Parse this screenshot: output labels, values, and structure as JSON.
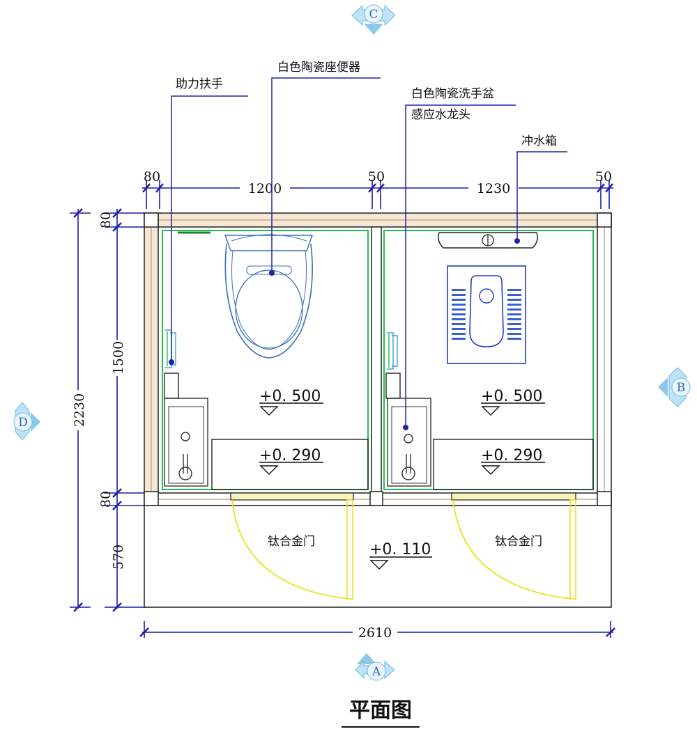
{
  "labels": {
    "handrail": "助力扶手",
    "toilet": "白色陶瓷座便器",
    "basin": "白色陶瓷洗手盆",
    "faucet": "感应水龙头",
    "tank": "冲水箱",
    "door_left": "钛合金门",
    "door_right": "钛合金门"
  },
  "dimensions": {
    "top": [
      "80",
      "1200",
      "50",
      "1230",
      "50"
    ],
    "left_detail": [
      "80",
      "1500",
      "80",
      "570"
    ],
    "left_total": "2230",
    "bottom_total": "2610"
  },
  "levels": {
    "left_floor": "+0. 500",
    "left_step": "+0. 290",
    "right_floor": "+0. 500",
    "right_step": "+0. 290",
    "entry": "+0. 110"
  },
  "axes": {
    "top": "C",
    "bottom": "A",
    "left": "D",
    "right": "B"
  },
  "title": "平面图",
  "colors": {
    "line": "#222222",
    "dim_blue": "#1a1aa8",
    "leader_blue": "#2020b0",
    "fixture_green": "#21c24a",
    "door_yellow": "#e8e31a",
    "fixture_blue": "#1f3fbf",
    "axis_blue": "#8cc8ea",
    "wall_brown": "#c69a6a"
  }
}
